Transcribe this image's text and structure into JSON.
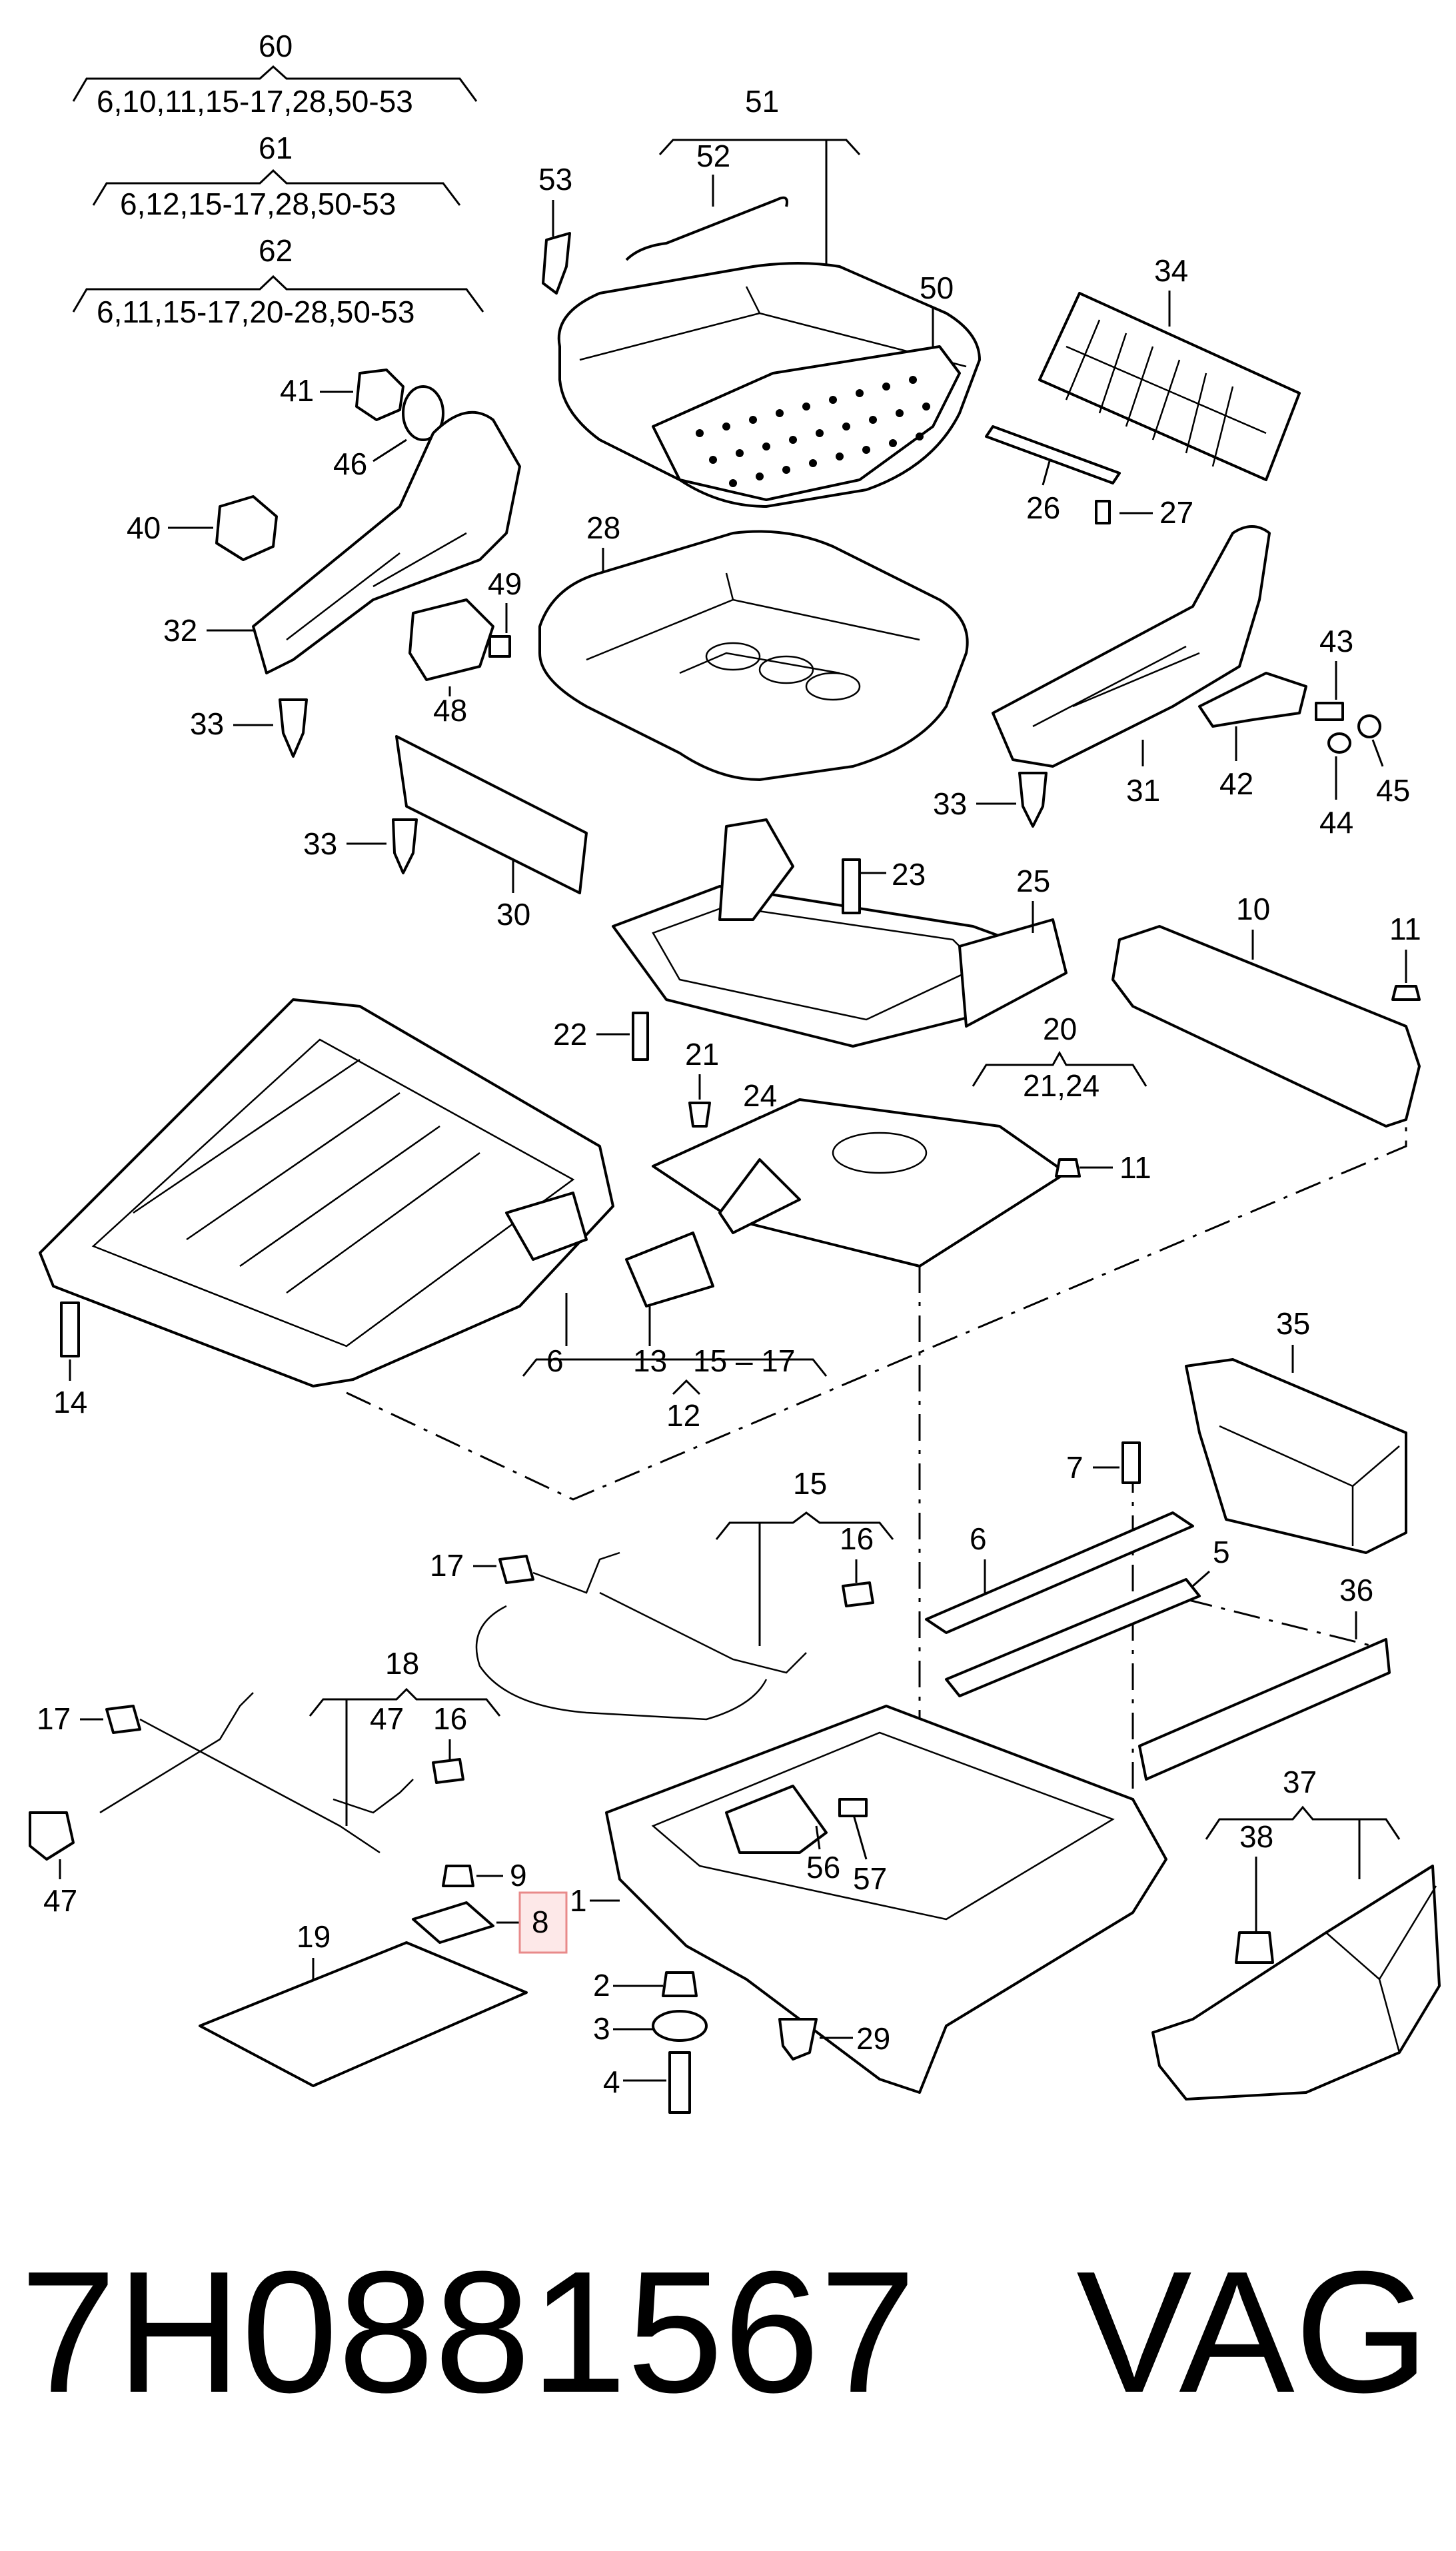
{
  "part_number": "7H0881567",
  "brand": "VAG",
  "highlighted_callout": "8",
  "callouts": {
    "c60": "60",
    "c60sub": "6,10,11,15-17,28,50-53",
    "c61": "61",
    "c61sub": "6,12,15-17,28,50-53",
    "c62": "62",
    "c62sub": "6,11,15-17,20-28,50-53",
    "c51": "51",
    "c52": "52",
    "c53": "53",
    "c50": "50",
    "c34": "34",
    "c41": "41",
    "c46": "46",
    "c40": "40",
    "c32": "32",
    "c33": "33",
    "c49": "49",
    "c48": "48",
    "c28": "28",
    "c26": "26",
    "c27": "27",
    "c43": "43",
    "c42": "42",
    "c31": "31",
    "c44": "44",
    "c45": "45",
    "c30": "30",
    "c23": "23",
    "c25": "25",
    "c10": "10",
    "c11": "11",
    "c22": "22",
    "c21": "21",
    "c20": "20",
    "c20sub": "21,24",
    "c24": "24",
    "c14": "14",
    "c6": "6",
    "c13": "13",
    "c15_17": "15 – 17",
    "c12": "12",
    "c35": "35",
    "c7": "7",
    "c5": "5",
    "c36": "36",
    "c15": "15",
    "c16": "16",
    "c17": "17",
    "c18": "18",
    "c47": "47",
    "c19": "19",
    "c9": "9",
    "c8": "8",
    "c1": "1",
    "c2": "2",
    "c3": "3",
    "c4": "4",
    "c29": "29",
    "c56": "56",
    "c57": "57",
    "c37": "37",
    "c38": "38"
  },
  "colors": {
    "highlight_stroke": "#e88a8a",
    "highlight_fill": "#fde8e8",
    "ink": "#000000"
  }
}
